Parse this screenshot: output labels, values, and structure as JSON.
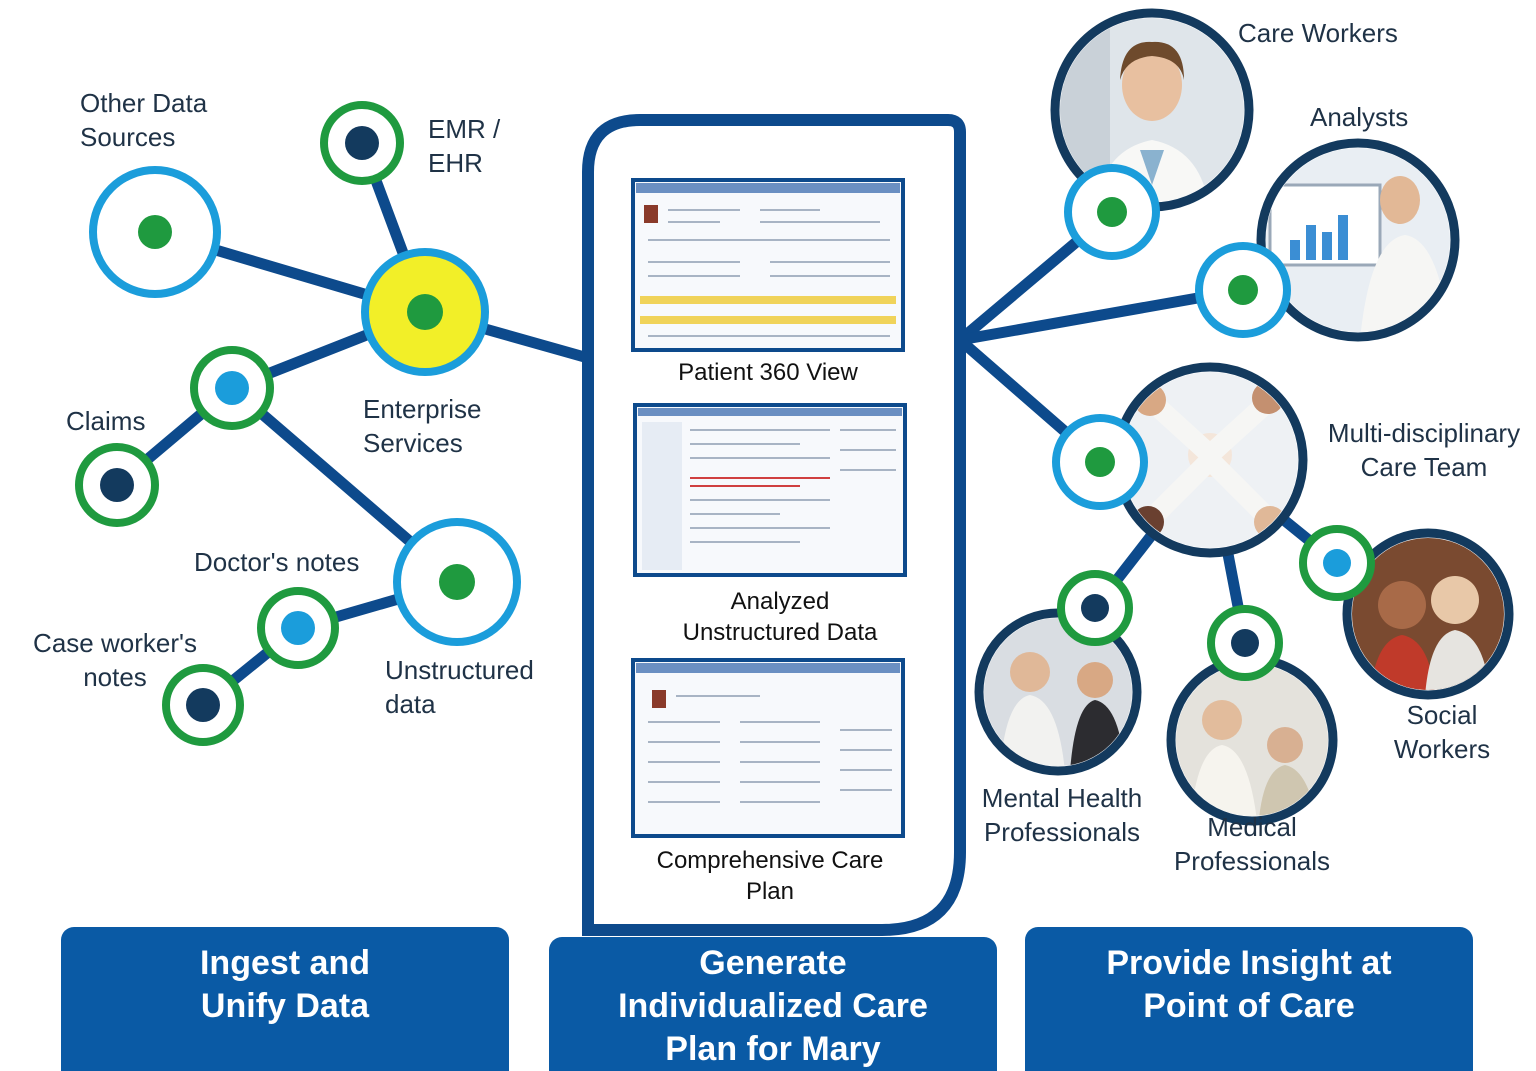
{
  "left": {
    "other_sources": [
      "Other Data",
      "Sources"
    ],
    "emr": [
      "EMR /",
      "EHR"
    ],
    "claims": "Claims",
    "enterprise": [
      "Enterprise",
      "Services"
    ],
    "doctors_notes": "Doctor's notes",
    "case_worker_notes": [
      "Case worker's",
      "notes"
    ],
    "unstructured": [
      "Unstructured",
      "data"
    ]
  },
  "center": {
    "patient_view": "Patient 360 View",
    "analyzed": [
      "Analyzed",
      "Unstructured Data"
    ],
    "care_plan": [
      "Comprehensive Care",
      "Plan"
    ]
  },
  "right": {
    "care_workers": "Care Workers",
    "analysts": "Analysts",
    "team": [
      "Multi-disciplinary",
      "Care Team"
    ],
    "social": [
      "Social",
      "Workers"
    ],
    "mental": [
      "Mental Health",
      "Professionals"
    ],
    "medical": [
      "Medical",
      "Professionals"
    ]
  },
  "stages": {
    "ingest": [
      "Ingest and",
      "Unify Data"
    ],
    "generate": [
      "Generate",
      "Individualized Care",
      "Plan for Mary"
    ],
    "provide": [
      "Provide Insight at",
      "Point of Care"
    ]
  },
  "colors": {
    "navy": "#0d4a8c",
    "light_blue": "#1b9ddb",
    "green": "#1f9a3f",
    "dark_dot": "#133a5e",
    "yellow": "#f2ef28",
    "banner": "#0a5aa5"
  },
  "icons": [
    "database-node-icon",
    "person-photo-icon",
    "screenshot-thumbnail-icon"
  ]
}
